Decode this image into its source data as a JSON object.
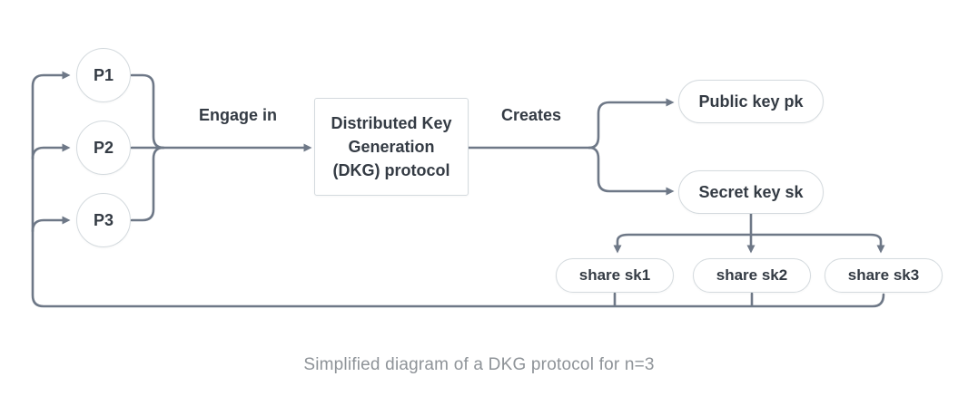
{
  "diagram": {
    "participants": [
      {
        "label": "P1"
      },
      {
        "label": "P2"
      },
      {
        "label": "P3"
      }
    ],
    "labels": {
      "engage": "Engage in",
      "creates": "Creates"
    },
    "dkg_box": {
      "lines": [
        "Distributed Key",
        "Generation",
        "(DKG) protocol"
      ]
    },
    "outputs": [
      {
        "label": "Public key pk"
      },
      {
        "label": "Secret key sk"
      }
    ],
    "shares": [
      {
        "label": "share sk1"
      },
      {
        "label": "share sk2"
      },
      {
        "label": "share sk3"
      }
    ],
    "caption": "Simplified diagram of a DKG protocol for n=3",
    "colors": {
      "connector": "#6e7887",
      "node_border": "#d4dade",
      "node_text": "#343b44",
      "caption_text": "#8e9398",
      "background": "#ffffff"
    }
  }
}
